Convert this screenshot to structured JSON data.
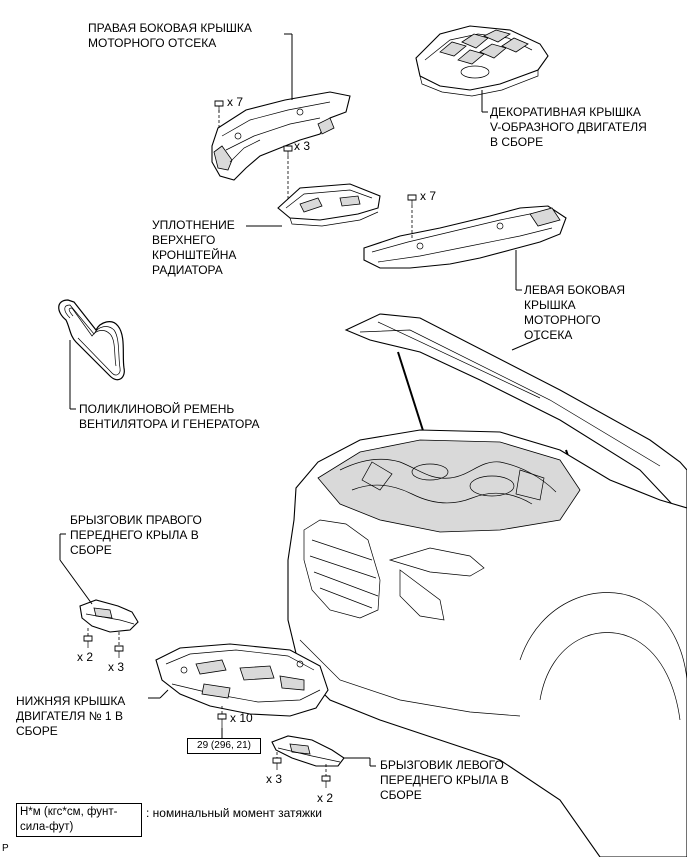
{
  "labels": {
    "right_side_cover": "ПРАВАЯ БОКОВАЯ КРЫШКА МОТОРНОГО ОТСЕКА",
    "decorative_cover": "ДЕКОРАТИВНАЯ КРЫШКА V-ОБРАЗНОГО ДВИГАТЕЛЯ В СБОРЕ",
    "radiator_seal": "УПЛОТНЕНИЕ ВЕРХНЕГО КРОНШТЕЙНА РАДИАТОРА",
    "left_side_cover": "ЛЕВАЯ БОКОВАЯ КРЫШКА МОТОРНОГО ОТСЕКА",
    "belt": "ПОЛИКЛИНОВОЙ РЕМЕНЬ ВЕНТИЛЯТОРА И ГЕНЕРАТОРА",
    "right_splash_shield": "БРЫЗГОВИК ПРАВОГО ПЕРЕДНЕГО КРЫЛА В СБОРЕ",
    "under_cover": "НИЖНЯЯ КРЫШКА ДВИГАТЕЛЯ № 1 В СБОРЕ",
    "left_splash_shield": "БРЫЗГОВИК ЛЕВОГО ПЕРЕДНЕГО КРЫЛА В СБОРЕ"
  },
  "label_lines": {
    "right_side_cover": [
      "ПРАВАЯ БОКОВАЯ КРЫШКА",
      "МОТОРНОГО ОТСЕКА"
    ],
    "decorative_cover": [
      "ДЕКОРАТИВНАЯ КРЫШКА",
      "V-ОБРАЗНОГО ДВИГАТЕЛЯ",
      "В СБОРЕ"
    ],
    "radiator_seal": [
      "УПЛОТНЕНИЕ",
      "ВЕРХНЕГО",
      "КРОНШТЕЙНА",
      "РАДИАТОРА"
    ],
    "left_side_cover": [
      "ЛЕВАЯ БОКОВАЯ",
      "КРЫШКА",
      "МОТОРНОГО",
      "ОТСЕКА"
    ],
    "belt": [
      "ПОЛИКЛИНОВОЙ РЕМЕНЬ",
      "ВЕНТИЛЯТОРА И ГЕНЕРАТОРА"
    ],
    "right_splash_shield": [
      "БРЫЗГОВИК ПРАВОГО",
      "ПЕРЕДНЕГО КРЫЛА В",
      "СБОРЕ"
    ],
    "under_cover": [
      "НИЖНЯЯ КРЫШКА",
      "ДВИГАТЕЛЯ № 1 В",
      "СБОРЕ"
    ],
    "left_splash_shield": [
      "БРЫЗГОВИК ЛЕВОГО",
      "ПЕРЕДНЕГО КРЫЛА В",
      "СБОРЕ"
    ]
  },
  "quantities": {
    "right_side_cover_bolts": "x 7",
    "radiator_seal_clips": "x 3",
    "left_side_cover_bolts": "x 7",
    "right_splash_bolts": "x 2",
    "right_splash_clips": "x 3",
    "under_cover_bolts": "x 10",
    "left_splash_clips": "x 3",
    "left_splash_bolts": "x 2"
  },
  "torque": "29 (296, 21)",
  "legend": {
    "units_lines": [
      "Н*м (кгс*см, фунт-",
      "сила-фут)"
    ],
    "description": ": номинальный момент затяжки"
  },
  "corner_mark": "P"
}
